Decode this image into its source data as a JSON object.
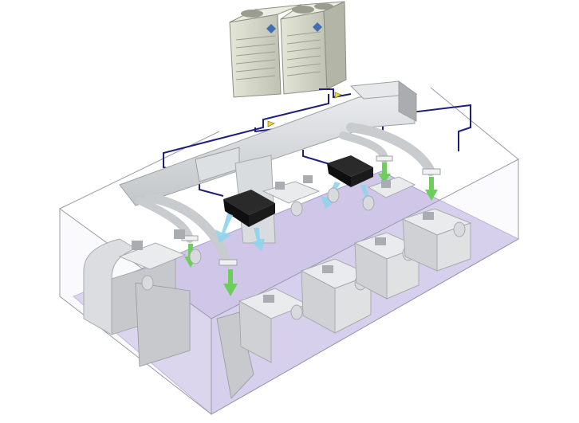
{
  "diagram": {
    "kind": "VRF air-conditioning system in open-plan office",
    "colors": {
      "floor": "#cfc6e8",
      "wall_stroke": "#9a9aa8",
      "duct": "#d6d9dc",
      "duct_dark": "#b6babd",
      "refrigerant_line": "#1f1f7a",
      "flow_arrow_yellow": "#e8d93a",
      "supply_air": "#8fd4ec",
      "return_air": "#6ccf5a",
      "indoor_unit": "#1a1a1a",
      "outdoor_unit": "#d6d8c8",
      "furniture": "#e2e3e5",
      "furniture_shade": "#c4c6c9"
    },
    "components": {
      "outdoor_units": 2,
      "indoor_cassette_units": 2,
      "supply_diffusers": 4,
      "workstation_pods": 5
    },
    "icons": [
      "outdoor-unit-logo-icon",
      "flow-direction-arrow-icon",
      "airflow-arrow-icon"
    ]
  }
}
